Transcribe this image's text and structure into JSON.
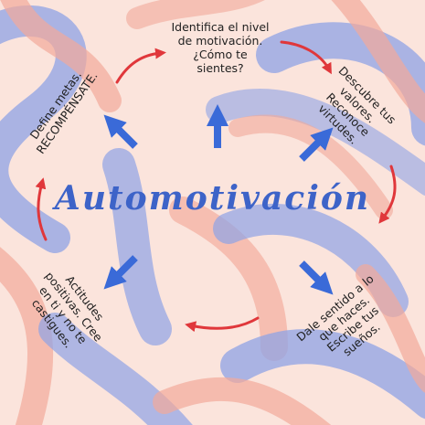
{
  "title": "Automotivación",
  "colors": {
    "background": "#fbe4dc",
    "blue_stroke": "#8fa3e6",
    "pink_stroke": "#f2a99a",
    "blue_arrow": "#3a6ad8",
    "red_arrow": "#e0373b",
    "title": "#3d63c8"
  },
  "nodes": {
    "top": "Identifica el nivel\nde motivación.\n¿Cómo te\nsientes?",
    "top_right": "Descubre tus\nvalores.\nReconoce\nvirtudes.",
    "bottom_right": "Dale sentido a lo\nque haces.\nEscribe tus\nsueños.",
    "bottom_left": "Actitudes\npositivas. Cree\nen ti y no te\ncastigues.",
    "top_left": "Define metas.\nRECOMPÉNSATE."
  },
  "icons": [
    "arrow-up-left-icon",
    "arrow-up-icon",
    "arrow-up-right-icon",
    "arrow-down-right-icon",
    "arrow-down-left-icon",
    "cycle-arrow-icon"
  ]
}
